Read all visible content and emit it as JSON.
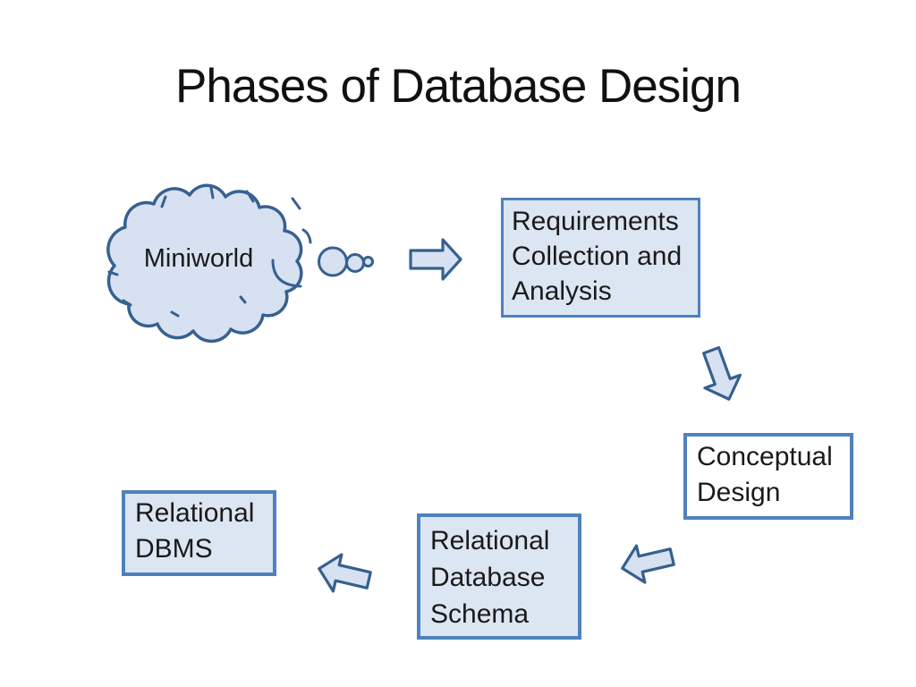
{
  "title": "Phases of Database Design",
  "theme": {
    "colors": {
      "background": "#ffffff",
      "box_border": "#4f81bd",
      "box_fill": "#dce6f2",
      "shape_fill": "#d7e1f1",
      "shape_stroke": "#36608f",
      "title_color": "#111111",
      "text_color": "#1a1a1a"
    }
  },
  "cloud": {
    "label": "Miniworld"
  },
  "boxes": [
    {
      "id": "requirements",
      "fill": "#dce6f2",
      "lines": [
        "Requirements",
        "Collection and",
        "Analysis"
      ]
    },
    {
      "id": "conceptual",
      "fill": "#ffffff",
      "lines": [
        "Conceptual",
        "Design"
      ]
    },
    {
      "id": "schema",
      "fill": "#dce6f2",
      "lines": [
        "Relational",
        "Database",
        "Schema"
      ]
    },
    {
      "id": "dbms",
      "fill": "#dce6f2",
      "lines": [
        "Relational",
        "DBMS"
      ]
    }
  ],
  "arrows": [
    {
      "id": "cloud-to-requirements",
      "direction": "right"
    },
    {
      "id": "requirements-to-conceptual",
      "direction": "down"
    },
    {
      "id": "conceptual-to-schema",
      "direction": "left"
    },
    {
      "id": "schema-to-dbms",
      "direction": "left"
    }
  ]
}
